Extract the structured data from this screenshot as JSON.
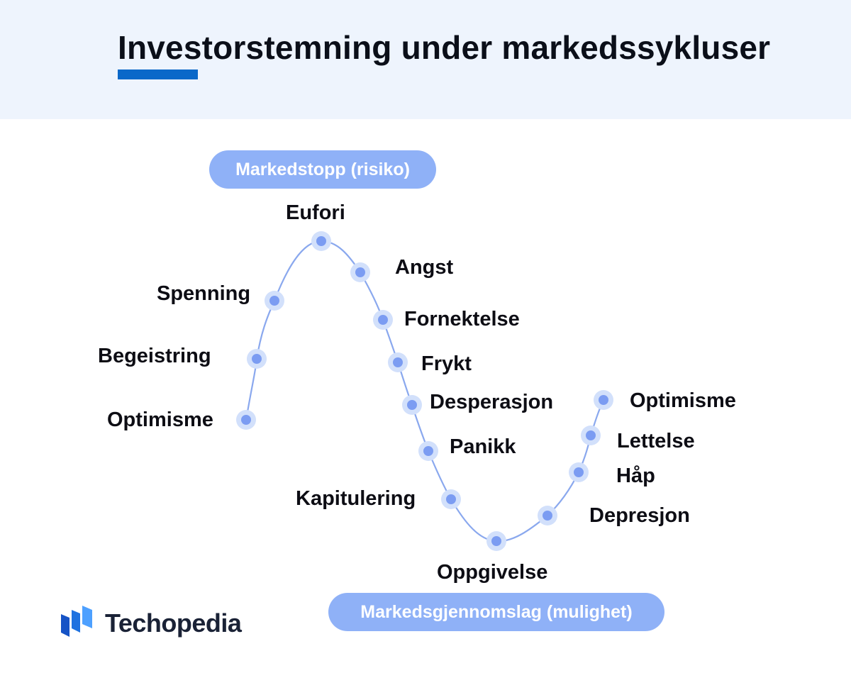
{
  "title": "Investorstemning under markedssykluser",
  "top_label": "Markedstopp (risiko)",
  "bottom_label": "Markedsgjennomslag (mulighet)",
  "brand": {
    "name": "Techopedia",
    "icon": "techopedia-logo-icon"
  },
  "colors": {
    "header_bg": "#eef4fd",
    "accent": "#0a68c9",
    "pill": "#8fb1f7",
    "curve": "#8aa8ee",
    "dot": "#7b9cf2",
    "halo": "#d2e0fb"
  },
  "stages": [
    {
      "label": "Optimisme"
    },
    {
      "label": "Begeistring"
    },
    {
      "label": "Spenning"
    },
    {
      "label": "Eufori"
    },
    {
      "label": "Angst"
    },
    {
      "label": "Fornektelse"
    },
    {
      "label": "Frykt"
    },
    {
      "label": "Desperasjon"
    },
    {
      "label": "Panikk"
    },
    {
      "label": "Kapitulering"
    },
    {
      "label": "Oppgivelse"
    },
    {
      "label": "Depresjon"
    },
    {
      "label": "Håp"
    },
    {
      "label": "Lettelse"
    },
    {
      "label": "Optimisme"
    }
  ]
}
